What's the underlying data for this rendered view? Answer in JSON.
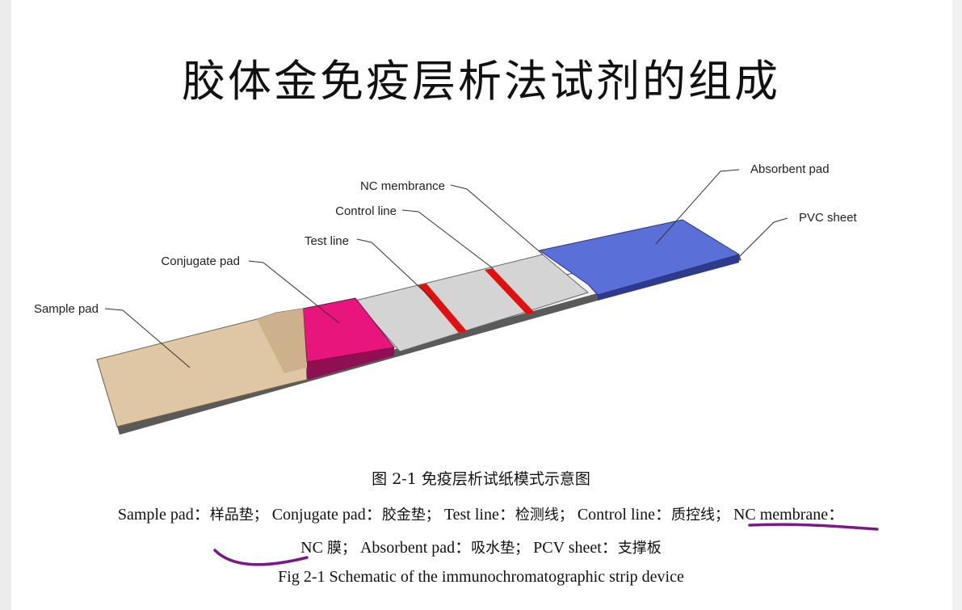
{
  "title": "胶体金免疫层析法试剂的组成",
  "labels": {
    "nc_membrane": "NC membrance",
    "control_line": "Control line",
    "test_line": "Test line",
    "conjugate_pad": "Conjugate pad",
    "sample_pad": "Sample pad",
    "absorbent_pad": "Absorbent pad",
    "pvc_sheet": "PVC sheet"
  },
  "caption": {
    "chinese_title": "图 2-1 免疫层析试纸模式示意图",
    "legend_line1": {
      "sample": "Sample pad：",
      "sample_cn": "样品垫；",
      "conjugate": "Conjugate pad：",
      "conjugate_cn": "胶金垫；",
      "test": "Test line：",
      "test_cn": "检测线；",
      "control": "Control line：",
      "control_cn": "质控线；",
      "nc": "NC membrane："
    },
    "legend_line2": {
      "nc_value": "NC",
      "nc_value_cn": "膜；",
      "absorbent": "Absorbent pad：",
      "absorbent_cn": "吸水垫；",
      "pvc": "PCV sheet：",
      "pvc_cn": "支撑板"
    },
    "english_title": "Fig 2-1 Schematic of the immunochromatographic strip device"
  },
  "colors": {
    "sample_pad": "#dfc6a4",
    "conjugate_pad": "#e8157c",
    "nc_membrane": "#d3d3d3",
    "lines": "#e01010",
    "absorbent_pad": "#5b6fd8",
    "annotation": "#7a1a86"
  }
}
